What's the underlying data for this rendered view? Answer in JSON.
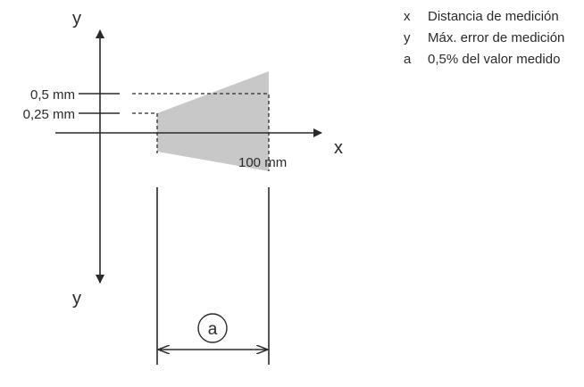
{
  "diagram": {
    "axis_y_top": "y",
    "axis_y_bottom": "y",
    "axis_x": "x",
    "tick_upper": "0,5 mm",
    "tick_lower": "0,25 mm",
    "distance_label": "100 mm",
    "dimension_marker": "a"
  },
  "legend": [
    {
      "key": "x",
      "text": "Distancia de medición"
    },
    {
      "key": "y",
      "text": "Máx. error de medición"
    },
    {
      "key": "a",
      "text": "0,5% del valor medido"
    }
  ],
  "colors": {
    "line": "#2a2a2a",
    "error_band": "#c8c8c8",
    "background": "#ffffff"
  }
}
